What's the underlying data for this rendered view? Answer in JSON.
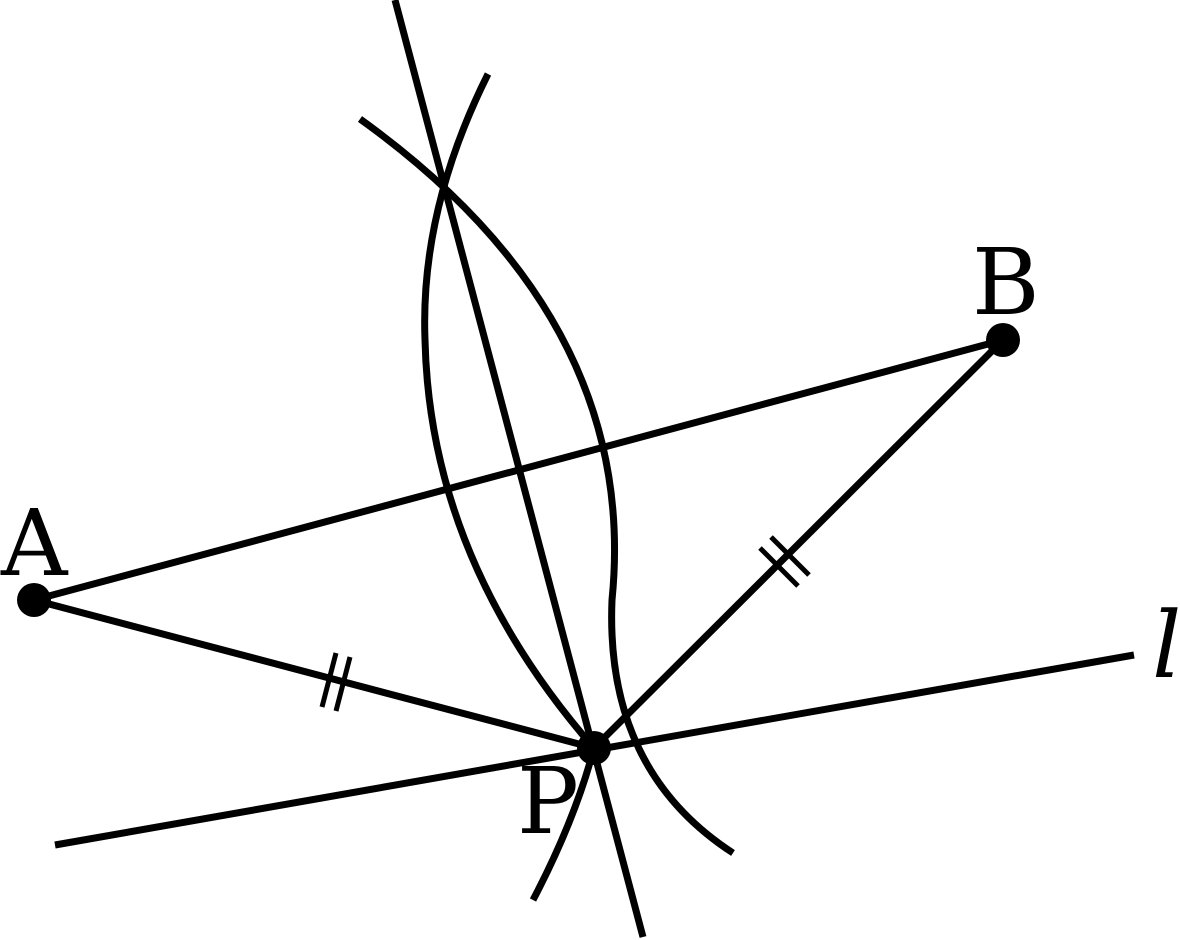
{
  "labels": {
    "A": "A",
    "B": "B",
    "P": "P",
    "line_l": "l"
  },
  "colors": {
    "stroke": "#000000",
    "background": "#ffffff"
  }
}
